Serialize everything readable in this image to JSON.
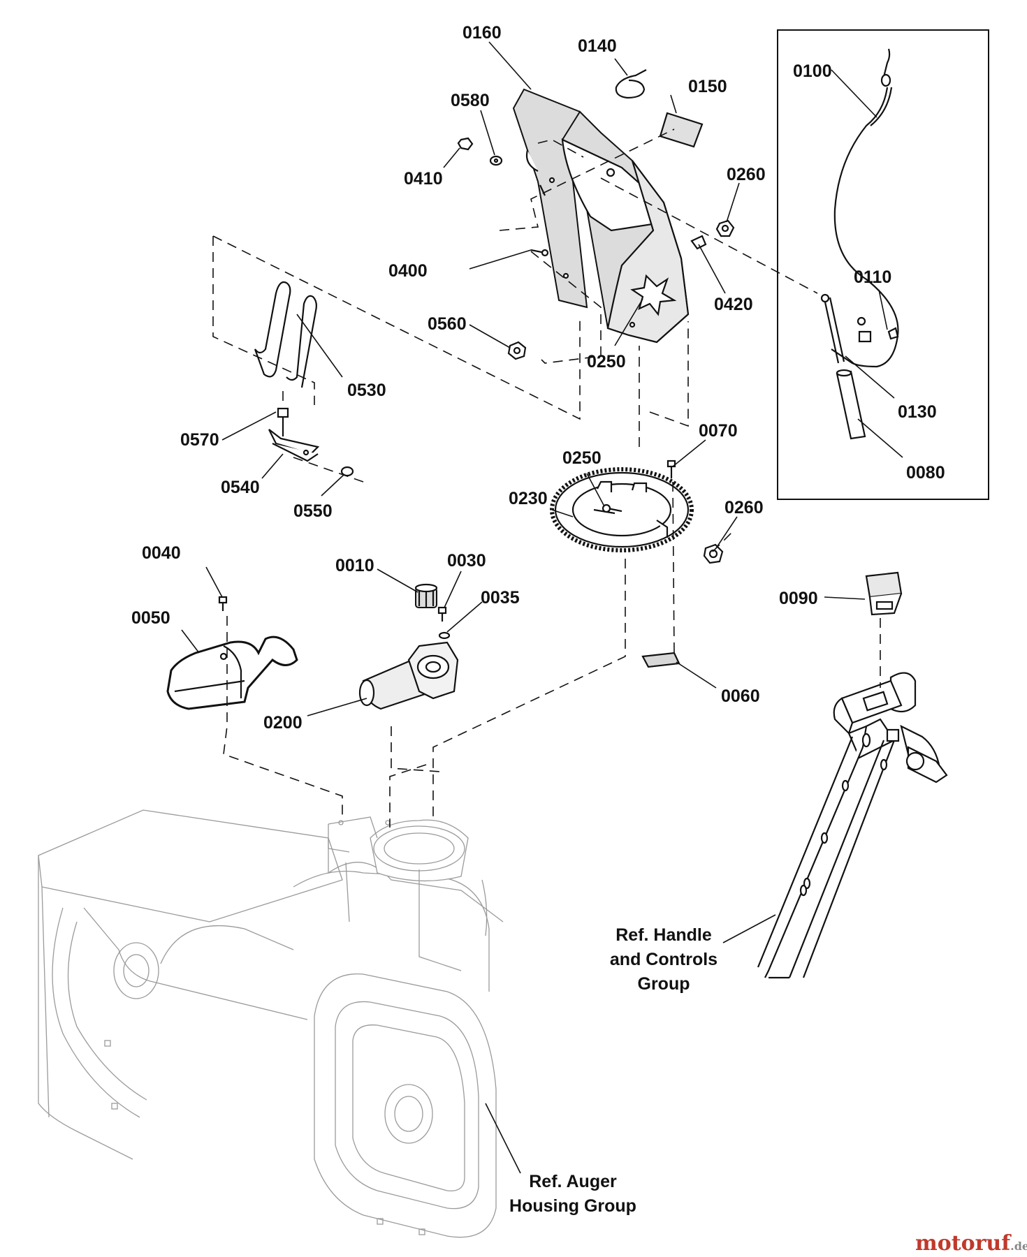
{
  "parts": {
    "p0160": "0160",
    "p0140": "0140",
    "p0150": "0150",
    "p0580": "0580",
    "p0410": "0410",
    "p0260a": "0260",
    "p0400": "0400",
    "p0420": "0420",
    "p0560": "0560",
    "p0250a": "0250",
    "p0530": "0530",
    "p0570": "0570",
    "p0540": "0540",
    "p0550": "0550",
    "p0100": "0100",
    "p0110": "0110",
    "p0130": "0130",
    "p0080": "0080",
    "p0070": "0070",
    "p0250b": "0250",
    "p0230": "0230",
    "p0260b": "0260",
    "p0040": "0040",
    "p0010": "0010",
    "p0030": "0030",
    "p0035": "0035",
    "p0050": "0050",
    "p0200": "0200",
    "p0060": "0060",
    "p0090": "0090"
  },
  "references": {
    "handle": [
      "Ref. Handle",
      "and Controls",
      "Group"
    ],
    "auger": [
      "Ref. Auger",
      "Housing Group"
    ]
  },
  "watermark": {
    "brand": "motoruf",
    "suffix": ".de",
    "brand_color": "#c0392b",
    "suffix_color": "#888888"
  }
}
